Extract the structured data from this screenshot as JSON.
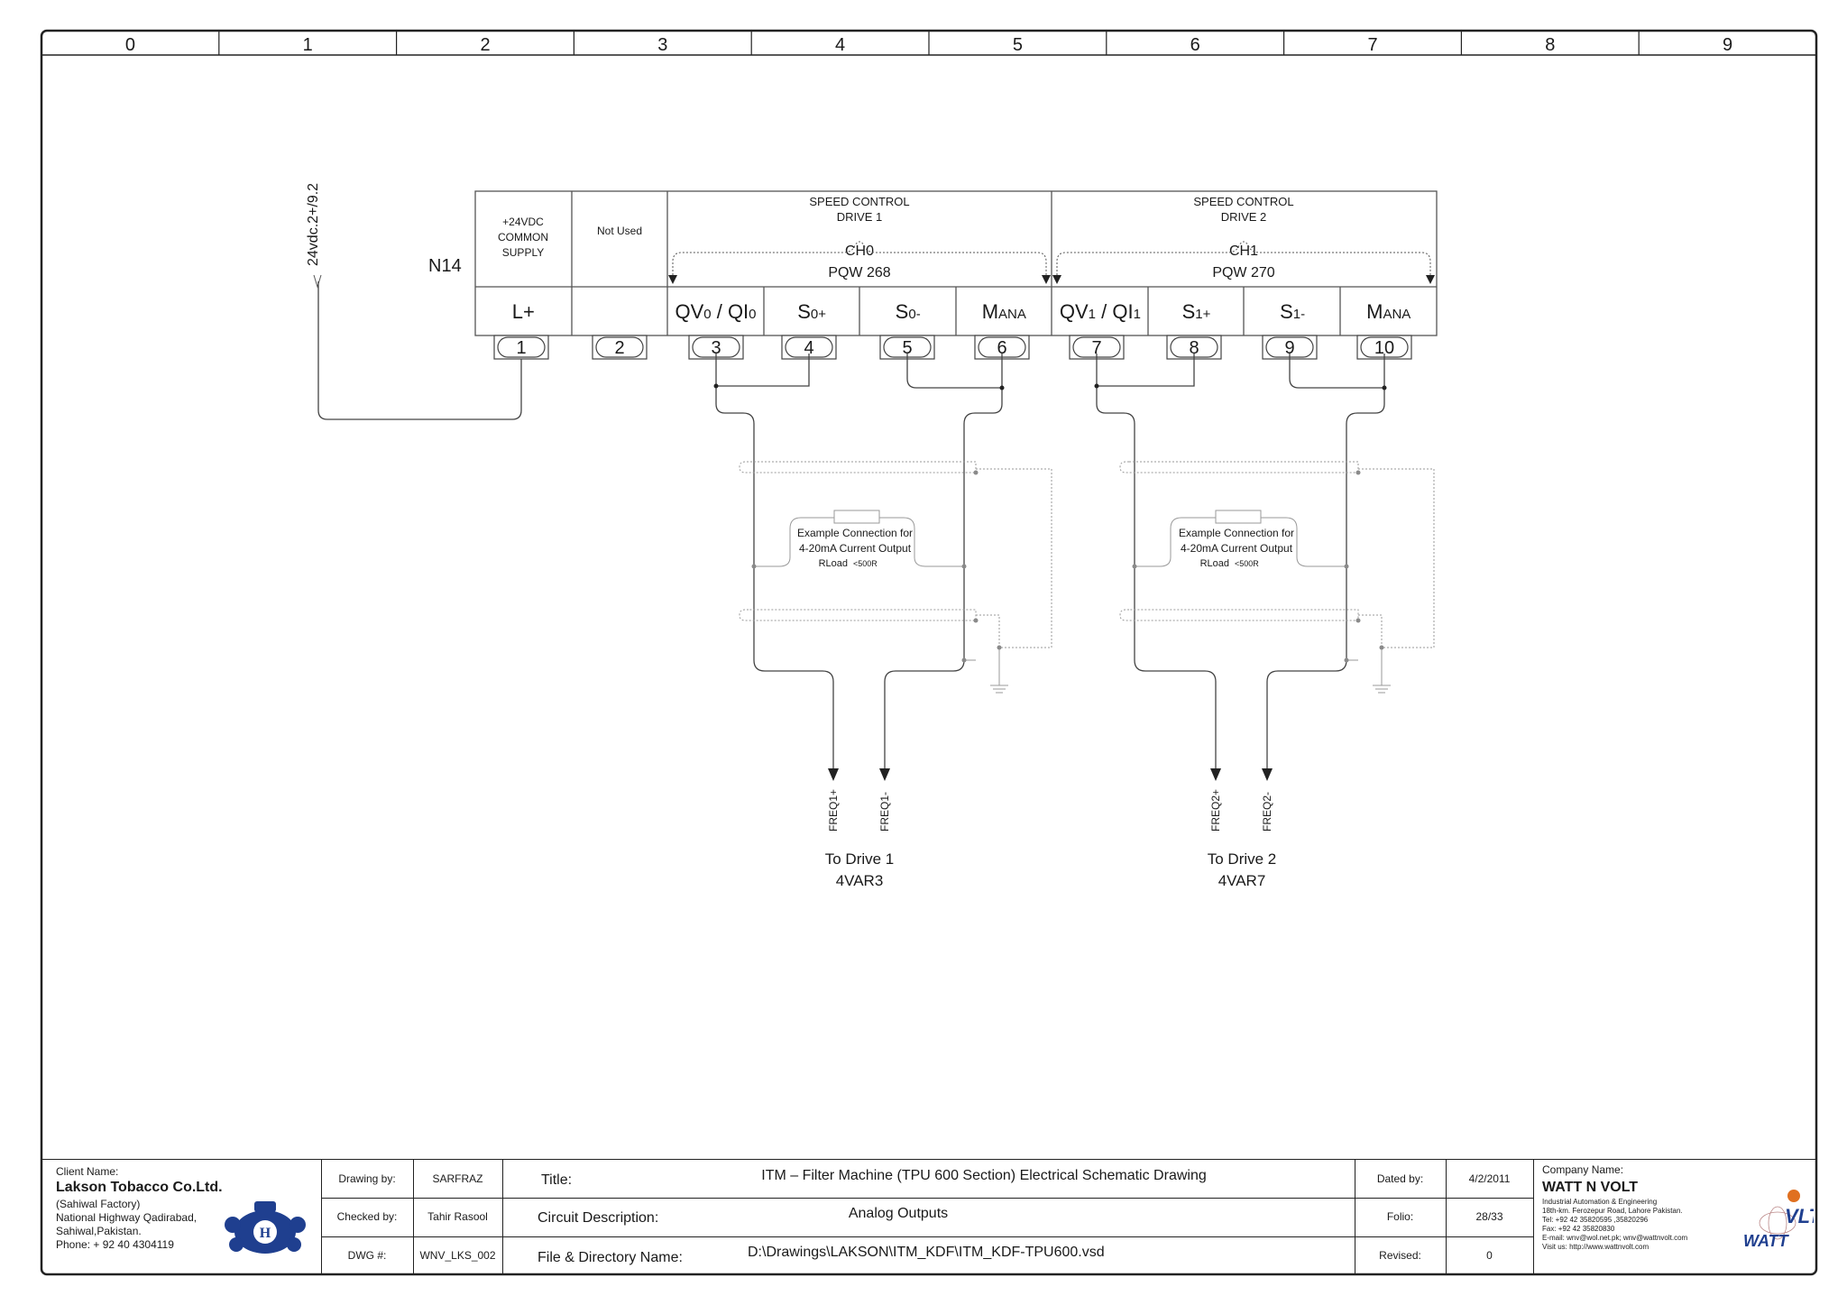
{
  "grid_columns": [
    "0",
    "1",
    "2",
    "3",
    "4",
    "5",
    "6",
    "7",
    "8",
    "9"
  ],
  "left_signal": {
    "tag": "24vdc.2+/9.2"
  },
  "module": {
    "name": "N14",
    "header": {
      "supply": [
        "+24VDC",
        "COMMON",
        "SUPPLY"
      ],
      "not_used": "Not Used",
      "drive1": {
        "line1": "SPEED CONTROL",
        "line2": "DRIVE 1",
        "channel": "CH0",
        "address": "PQW 268"
      },
      "drive2": {
        "line1": "SPEED CONTROL",
        "line2": "DRIVE 2",
        "channel": "CH1",
        "address": "PQW 270"
      }
    },
    "signals": [
      {
        "main": "L+",
        "sub": ""
      },
      {
        "main": "",
        "sub": ""
      },
      {
        "main": "QV",
        "sub": "0",
        "main2": " / QI",
        "sub2": "0"
      },
      {
        "main": "S",
        "sub": "0+"
      },
      {
        "main": "S",
        "sub": "0-"
      },
      {
        "main": "M",
        "sub": "ANA"
      },
      {
        "main": "QV",
        "sub": "1",
        "main2": " / QI",
        "sub2": "1"
      },
      {
        "main": "S",
        "sub": "1+"
      },
      {
        "main": "S",
        "sub": "1-"
      },
      {
        "main": "M",
        "sub": "ANA"
      }
    ],
    "terminals": [
      "1",
      "2",
      "3",
      "4",
      "5",
      "6",
      "7",
      "8",
      "9",
      "10"
    ]
  },
  "example": {
    "line1": "Example Connection for",
    "line2": "4-20mA Current Output",
    "rload": "RLoad",
    "rload_value": "<500R"
  },
  "outputs": {
    "drive1": {
      "wires": [
        "FREQ1+",
        "FREQ1-"
      ],
      "to": "To Drive 1",
      "ref": "4VAR3"
    },
    "drive2": {
      "wires": [
        "FREQ2+",
        "FREQ2-"
      ],
      "to": "To Drive 2",
      "ref": "4VAR7"
    }
  },
  "title_block": {
    "client_label": "Client Name:",
    "client_name": "Lakson Tobacco Co.Ltd.",
    "client_addr": [
      "(Sahiwal Factory)",
      "National Highway Qadirabad,",
      "Sahiwal,Pakistan.",
      "Phone: + 92 40 4304119"
    ],
    "drawing_by_label": "Drawing by:",
    "drawing_by": "SARFRAZ",
    "checked_by_label": "Checked by:",
    "checked_by": "Tahir Rasool",
    "dwg_label": "DWG #:",
    "dwg": "WNV_LKS_002",
    "title_label": "Title:",
    "title": "ITM – Filter Machine (TPU 600 Section) Electrical Schematic Drawing",
    "circuit_label": "Circuit Description:",
    "circuit": "Analog Outputs",
    "file_label": "File & Directory Name:",
    "file": "D:\\Drawings\\LAKSON\\ITM_KDF\\ITM_KDF-TPU600.vsd",
    "dated_label": "Dated by:",
    "dated": "4/2/2011",
    "folio_label": "Folio:",
    "folio": "28/33",
    "revised_label": "Revised:",
    "revised": "0",
    "company_label": "Company Name:",
    "company": "WATT N VOLT",
    "company_lines": [
      "Industrial Automation & Engineering",
      "18th-km. Ferozepur Road, Lahore Pakistan.",
      "Tel: +92 42  35820595 ,35820296",
      "Fax: +92 42  35820830",
      "E-mail: wnv@wol.net.pk; wnv@wattnvolt.com",
      "Visit us: http://www.wattnvolt.com"
    ],
    "logo_text": "WATT",
    "logo_text2": "VLT"
  }
}
